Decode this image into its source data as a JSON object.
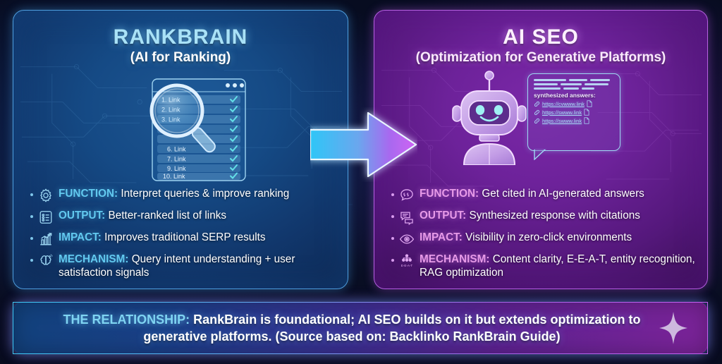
{
  "background": {
    "base_color": "#080d22",
    "circuit_pattern": "circuit-board-traces"
  },
  "left_panel": {
    "title": "RANKBRAIN",
    "subtitle": "(AI for Ranking)",
    "title_color": "#a9e2f7",
    "accent_color": "#62c9ef",
    "panel_color": "#154a85",
    "illustration": {
      "magnifier_icon": "magnifying-glass-icon",
      "browser_dots": 3,
      "serp_rows": [
        {
          "label": "1. Link",
          "checked": true
        },
        {
          "label": "2. Link",
          "checked": true
        },
        {
          "label": "3. Link",
          "checked": true
        },
        {
          "label": "",
          "checked": true
        },
        {
          "label": "",
          "checked": true
        },
        {
          "label": "6. Link",
          "checked": true
        },
        {
          "label": "7. Link",
          "checked": true
        },
        {
          "label": "9. Link",
          "checked": true
        },
        {
          "label": "10. Link",
          "checked": true
        }
      ]
    },
    "bullets": [
      {
        "icon": "gear-icon",
        "label": "FUNCTION:",
        "text": "Interpret queries & improve ranking"
      },
      {
        "icon": "list-icon",
        "label": "OUTPUT:",
        "text": "Better-ranked list of links"
      },
      {
        "icon": "bar-chart-icon",
        "label": "IMPACT:",
        "text": "Improves traditional SERP results"
      },
      {
        "icon": "brain-icon",
        "label": "MECHANISM:",
        "text": "Query intent understanding + user satisfaction signals"
      }
    ]
  },
  "right_panel": {
    "title": "AI SEO",
    "subtitle": "(Optimization for Generative Platforms)",
    "title_color": "#fdf0ff",
    "accent_color": "#e79ae8",
    "panel_color": "#6d229a",
    "illustration": {
      "robot_icon": "robot-icon",
      "bubble_label": "synthesized answers:",
      "bubble_links": [
        {
          "icon": "link-icon",
          "url": "https://cvwww.link",
          "doc_icon": "document-icon"
        },
        {
          "icon": "link-icon",
          "url": "https://swww.link",
          "doc_icon": "document-icon"
        },
        {
          "icon": "link-icon",
          "url": "https://swww.link",
          "doc_icon": "document-icon"
        }
      ]
    },
    "bullets": [
      {
        "icon": "quote-bubble-icon",
        "label": "FUNCTION:",
        "text": "Get cited in AI-generated answers"
      },
      {
        "icon": "chat-bubbles-icon",
        "label": "OUTPUT:",
        "text": "Synthesized response with citations"
      },
      {
        "icon": "eye-icon",
        "label": "IMPACT:",
        "text": "Visibility in zero-click environments"
      },
      {
        "icon": "eeat-nodes-icon",
        "label": "MECHANISM:",
        "text": "Content clarity, E-E-A-T, entity recognition, RAG optimization"
      }
    ],
    "eeat_icon_caption": "E-E-A-T"
  },
  "arrow": {
    "name": "right-arrow",
    "gradient_from": "#35c9f5",
    "gradient_to": "#c160f0"
  },
  "banner": {
    "label": "THE RELATIONSHIP:",
    "line1": "RankBrain is foundational; AI SEO builds on it but extends optimization",
    "line2": "to generative platforms. (Source based on: Backlinko RankBrain Guide)",
    "label_color": "#7fd4f2",
    "sparkle_icon": "sparkle-icon"
  }
}
